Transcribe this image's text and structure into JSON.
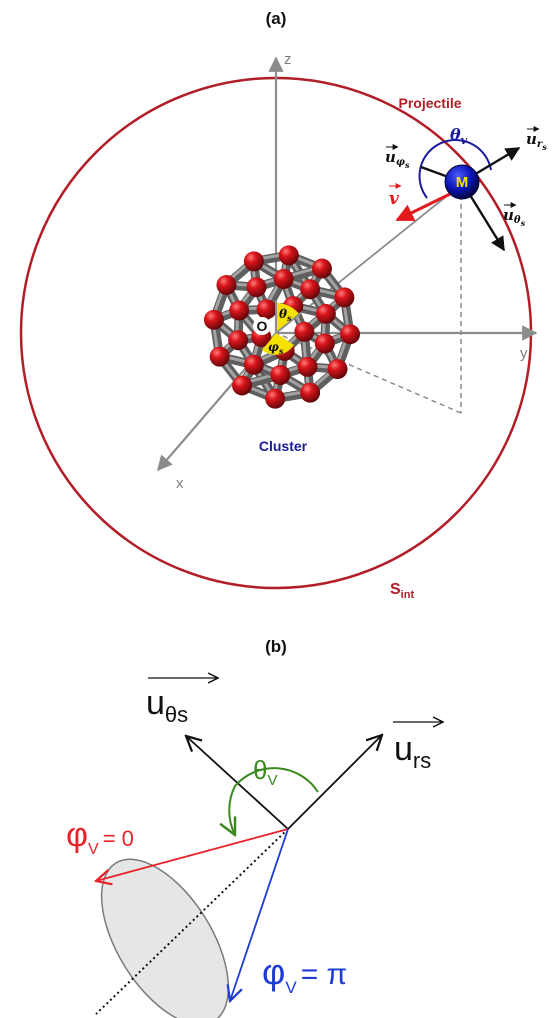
{
  "panel_a": {
    "label": "(a)",
    "axes": {
      "z": "z",
      "y": "y",
      "x": "x",
      "origin": "O"
    },
    "projectile_label": "Projectile",
    "particle_label": "M",
    "velocity": {
      "symbol": "v"
    },
    "theta_v": {
      "main": "θ",
      "sub": "v"
    },
    "u_rs": {
      "main": "u",
      "sub": "r",
      "subsub": "s"
    },
    "u_phis": {
      "main": "u",
      "sub": "φ",
      "subsub": "s"
    },
    "u_thetas": {
      "main": "u",
      "sub": "θ",
      "subsub": "s"
    },
    "theta_s": {
      "main": "θ",
      "sub": "s"
    },
    "phi_s": {
      "main": "φ",
      "sub": "s"
    },
    "cluster_label": "Cluster",
    "surface": {
      "main": "S",
      "sub": "int"
    },
    "colors": {
      "sphere": "#b21e28",
      "accent_red": "#e3191c",
      "blue": "#1a1a9e",
      "axis_gray": "#8c8c8c",
      "angle_yellow": "#f4e100",
      "atom_red": "#c8161c",
      "bond_gray": "#5f5f5f"
    }
  },
  "panel_b": {
    "label": "(b)",
    "u_thetas": {
      "main": "u",
      "sub": "θs"
    },
    "u_rs": {
      "main": "u",
      "sub": "rs"
    },
    "theta_v": {
      "main": "θ",
      "sub": "V"
    },
    "phi_v_zero": {
      "main": "φ",
      "sub": "V",
      "rest": "= 0"
    },
    "phi_v_pi": {
      "main": "φ",
      "sub": "V",
      "rest": "= π"
    },
    "colors": {
      "red": "#e8242a",
      "blue": "#1e3bd6",
      "green": "#3a8a1e",
      "ellipse_fill": "#e6e6e6"
    }
  }
}
